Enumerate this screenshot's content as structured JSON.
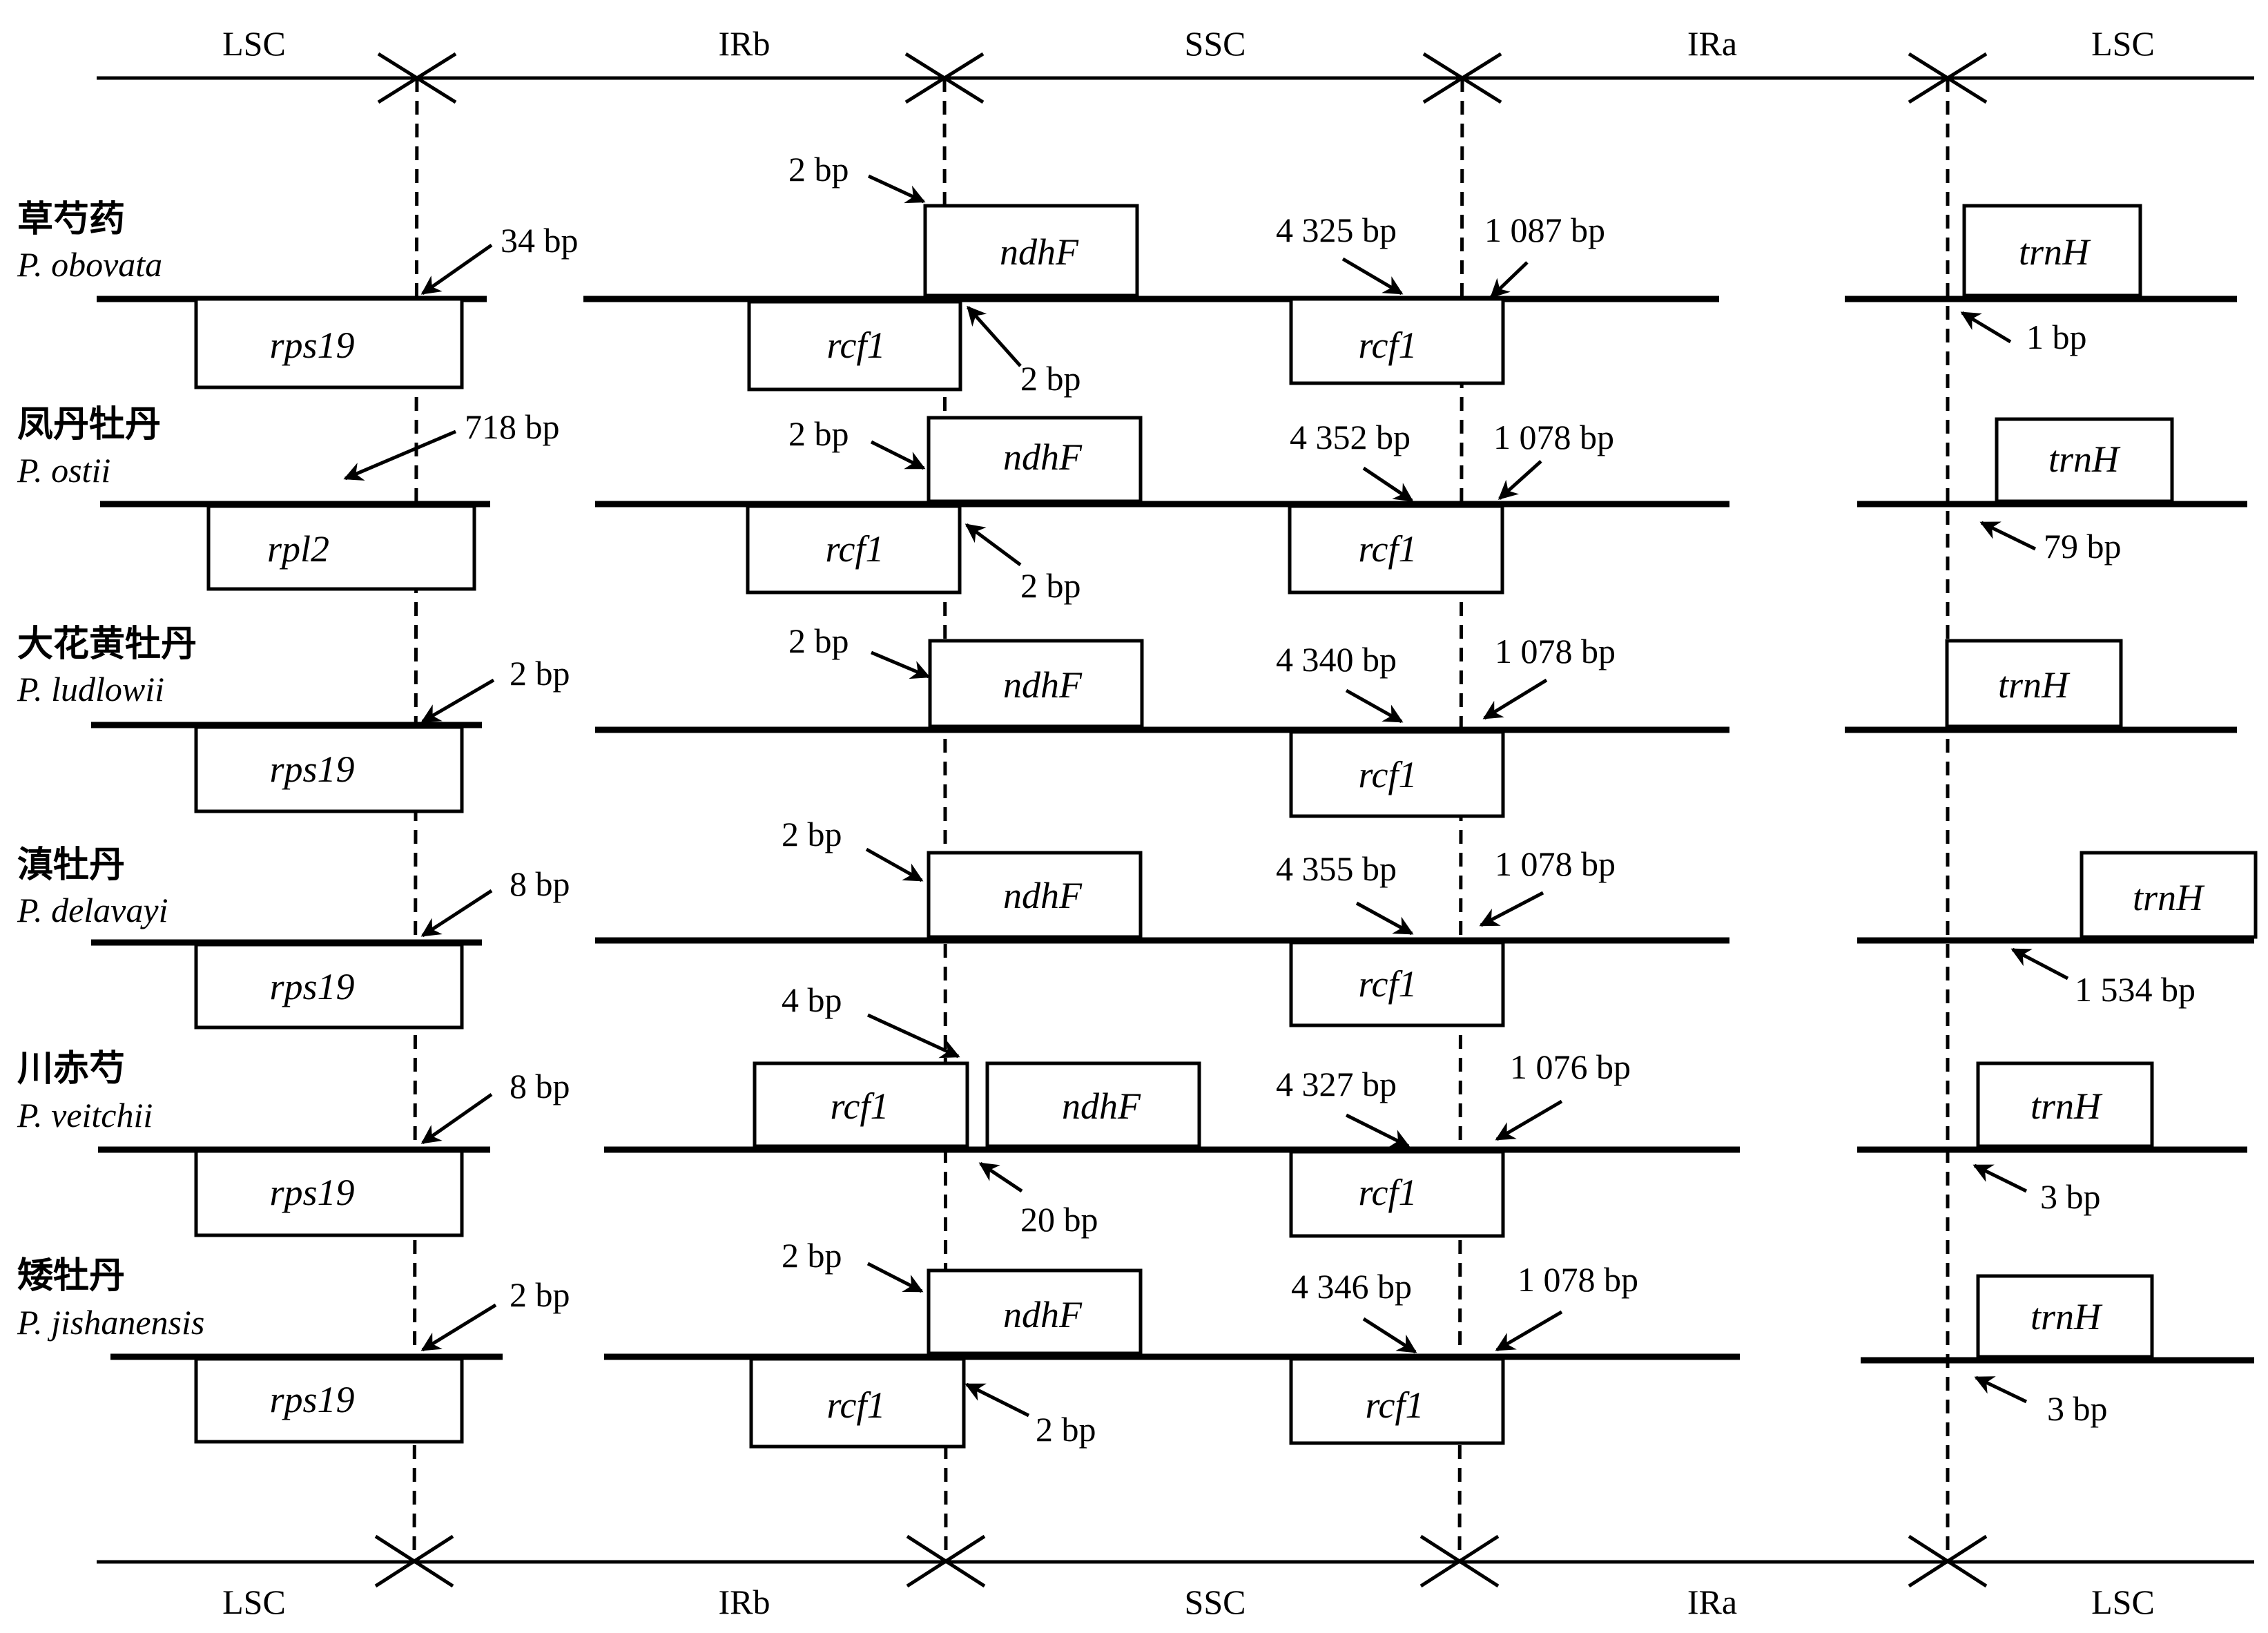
{
  "regions_top": [
    "LSC",
    "IRb",
    "SSC",
    "IRa",
    "LSC"
  ],
  "regions_bottom": [
    "LSC",
    "IRb",
    "SSC",
    "IRa",
    "LSC"
  ],
  "species": [
    {
      "cn": "草芍药",
      "latin": "P. obovata",
      "genes": {
        "lsc": "rps19",
        "irb_a": "ndhF",
        "irb_b": "rcf1",
        "ssc": "rcf1",
        "ira": "trnH"
      },
      "labels": {
        "a": "34 bp",
        "b": "2 bp",
        "c": "2 bp",
        "d": "4 325 bp",
        "e": "1 087 bp",
        "f": "1 bp"
      }
    },
    {
      "cn": "凤丹牡丹",
      "latin": "P. ostii",
      "genes": {
        "lsc": "rpl2",
        "irb_a": "ndhF",
        "irb_b": "rcf1",
        "ssc": "rcf1",
        "ira": "trnH"
      },
      "labels": {
        "a": "718 bp",
        "b": "2 bp",
        "c": "2 bp",
        "d": "4 352 bp",
        "e": "1 078 bp",
        "f": "79 bp"
      }
    },
    {
      "cn": "大花黄牡丹",
      "latin": "P. ludlowii",
      "genes": {
        "lsc": "rps19",
        "irb_a": "ndhF",
        "ssc": "rcf1",
        "ira": "trnH"
      },
      "labels": {
        "a": "2 bp",
        "b": "2 bp",
        "d": "4 340 bp",
        "e": "1 078 bp"
      }
    },
    {
      "cn": "滇牡丹",
      "latin": "P. delavayi",
      "genes": {
        "lsc": "rps19",
        "irb_a": "ndhF",
        "ssc": "rcf1",
        "ira": "trnH"
      },
      "labels": {
        "a": "8 bp",
        "b": "2 bp",
        "d": "4 355 bp",
        "e": "1 078 bp",
        "f": "1 534 bp"
      }
    },
    {
      "cn": "川赤芍",
      "latin": "P. veitchii",
      "genes": {
        "lsc": "rps19",
        "irb_a": "rcf1",
        "irb_b": "ndhF",
        "ssc": "rcf1",
        "ira": "trnH"
      },
      "labels": {
        "a": "8 bp",
        "b": "4 bp",
        "c": "20 bp",
        "d": "4 327 bp",
        "e": "1 076 bp",
        "f": "3 bp"
      }
    },
    {
      "cn": "矮牡丹",
      "latin": "P. jishanensis",
      "genes": {
        "lsc": "rps19",
        "irb_a": "ndhF",
        "irb_b": "rcf1",
        "ssc": "rcf1",
        "ira": "trnH"
      },
      "labels": {
        "a": "2 bp",
        "b": "2 bp",
        "c": "2 bp",
        "d": "4 346 bp",
        "e": "1 078 bp",
        "f": "3 bp"
      }
    }
  ]
}
